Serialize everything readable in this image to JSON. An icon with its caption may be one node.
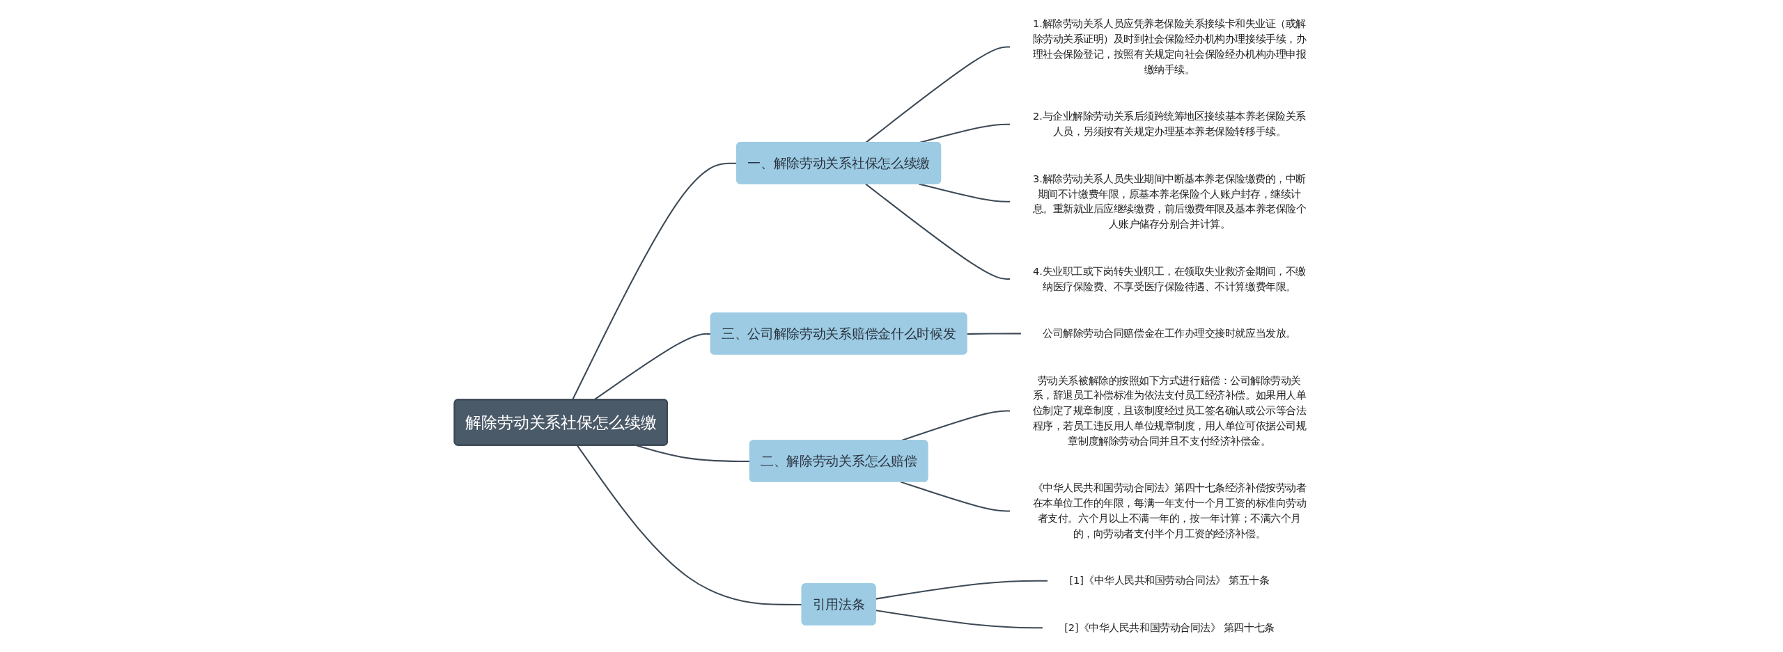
{
  "diagram": {
    "nodes": [
      {
        "text": [
          "解除劳动关系社保怎么续缴"
        ]
      },
      {
        "text": [
          "一、解除劳动关系社保怎么续缴"
        ]
      },
      {
        "text": [
          "1.解除劳动关系人员应凭养老保险关系接续卡和失业证（或解除劳动关系证明）及时到社会保险经办机构办理接续手续，办理社会保险登记，按照有关规定向社会保险经办机构办理申报缴纳手续。"
        ]
      },
      {
        "text": [
          "2.与企业解除劳动关系后须跨统筹地区接续基本养老保险关系人员，另须按有关规定办理基本养老保险转移手续。"
        ]
      },
      {
        "text": [
          "3.解除劳动关系人员失业期间中断基本养老保险缴费的，中断期间不计缴费年限，原基本养老保险个人账户封存，继续计息。重新就业后应继续缴费，前后缴费年限及基本养老保险个人账户储存分别合并计算。"
        ]
      },
      {
        "text": [
          "4.失业职工或下岗转失业职工，在领取失业救济金期间，不缴纳医疗保险费、不享受医疗保险待遇、不计算缴费年限。"
        ]
      },
      {
        "text": [
          "三、公司解除劳动关系赔偿金什么时候发"
        ]
      },
      {
        "text": [
          "公司解除劳动合同赔偿金在工作办理交接时就应当发放。"
        ]
      },
      {
        "text": [
          "二、解除劳动关系怎么赔偿"
        ]
      },
      {
        "text": [
          "劳动关系被解除的按照如下方式进行赔偿：公司解除劳动关系，辞退员工补偿标准为依法支付员工经济补偿。如果用人单位制定了规章制度，且该制度经过员工签名确认或公示等合法程序，若员工违反用人单位规章制度，用人单位可依据公司规章制度解除劳动合同并且不支付经济补偿金。"
        ]
      },
      {
        "text": [
          "《中华人民共和国劳动合同法》第四十七条经济补偿按劳动者在本单位工作的年限，每满一年支付一个月工资的标准向劳动者支付。六个月以上不满一年的，按一年计算；不满六个月的，向劳动者支付半个月工资的经济补偿。"
        ]
      },
      {
        "text": [
          "引用法条"
        ]
      },
      {
        "text": [
          "[1]《中华人民共和国劳动合同法》 第五十条"
        ]
      },
      {
        "text": [
          "[2]《中华人民共和国劳动合同法》 第四十七条"
        ]
      }
    ],
    "edges": [
      {
        "from": 0,
        "to": 1,
        "arrow": "none"
      },
      {
        "from": 1,
        "to": 2,
        "arrow": "none"
      },
      {
        "from": 1,
        "to": 3,
        "arrow": "none"
      },
      {
        "from": 1,
        "to": 4,
        "arrow": "none"
      },
      {
        "from": 1,
        "to": 5,
        "arrow": "none"
      },
      {
        "from": 0,
        "to": 6,
        "arrow": "none"
      },
      {
        "from": 6,
        "to": 7,
        "arrow": "none"
      },
      {
        "from": 0,
        "to": 8,
        "arrow": "none"
      },
      {
        "from": 8,
        "to": 9,
        "arrow": "none"
      },
      {
        "from": 8,
        "to": 10,
        "arrow": "none"
      },
      {
        "from": 0,
        "to": 11,
        "arrow": "none"
      },
      {
        "from": 11,
        "to": 12,
        "arrow": "none"
      },
      {
        "from": 11,
        "to": 13,
        "arrow": "none"
      }
    ]
  }
}
